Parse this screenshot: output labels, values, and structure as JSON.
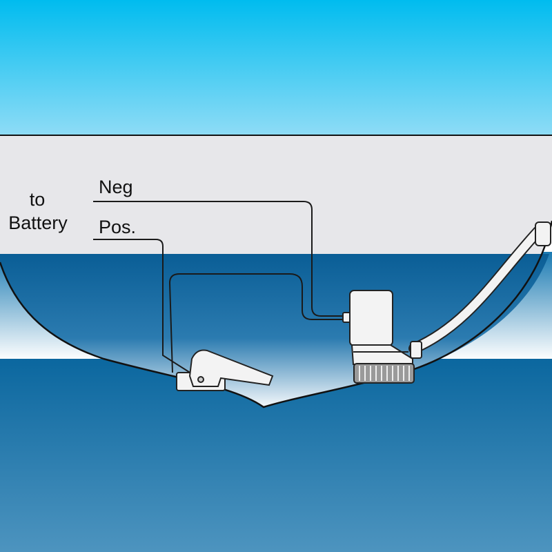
{
  "labels": {
    "to_battery_line1": "to",
    "to_battery_line2": "Battery",
    "neg": "Neg",
    "pos": "Pos."
  },
  "colors": {
    "sky_top": "#00bcef",
    "sky_bottom": "#8fdcf6",
    "hull_interior": "#e7e7ea",
    "bilge_water": "#0a5e96",
    "sea_top": "#0b679f",
    "sea_bottom": "#4d94bf",
    "wire": "#1a1a1a"
  }
}
